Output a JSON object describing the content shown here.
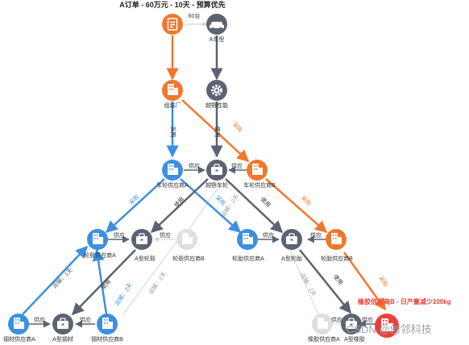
{
  "header": {
    "title": "A订单 - 60万元 - 10天 - 预算优先"
  },
  "colors": {
    "orange": "#f0782d",
    "blue": "#3d8fe0",
    "gray": "#5c6473",
    "light": "#d0d3d8",
    "red": "#e8413a"
  },
  "nodes": {
    "order": {
      "icon": "document-icon",
      "label": ""
    },
    "car": {
      "icon": "car-icon",
      "label": "A车型"
    },
    "factory": {
      "icon": "building-icon",
      "label": "组装厂"
    },
    "gear": {
      "icon": "gear-icon",
      "label": "越野性能"
    },
    "wheel_a": {
      "icon": "building-icon",
      "label": "车轮供应商A"
    },
    "offroad_wheel": {
      "icon": "briefcase-icon",
      "label": "越野车轮"
    },
    "wheel_b": {
      "icon": "building-icon",
      "label": "车轮供应商B"
    },
    "hub_a": {
      "icon": "building-icon",
      "label": "轮毂供应商A"
    },
    "hub_type": {
      "icon": "briefcase-icon",
      "label": "A型轮毂"
    },
    "hub_b": {
      "icon": "building-icon",
      "label": "轮毂供应商B"
    },
    "tire_a": {
      "icon": "building-icon",
      "label": "轮胎供应商A"
    },
    "tire_type": {
      "icon": "briefcase-icon",
      "label": "A型轮胎"
    },
    "tire_b": {
      "icon": "building-icon",
      "label": "轮胎供应商B"
    },
    "steel_a": {
      "icon": "building-icon",
      "label": "钢材供应商A"
    },
    "steel_type": {
      "icon": "briefcase-icon",
      "label": "A型钢材"
    },
    "steel_b": {
      "icon": "building-icon",
      "label": "钢材供应商B"
    },
    "rubber_a": {
      "icon": "building-icon",
      "label": "橡胶供应商A"
    },
    "rubber_type": {
      "icon": "briefcase-icon",
      "label": "A型橡胶"
    },
    "rubber_b": {
      "icon": "building-icon",
      "label": ""
    }
  },
  "edges": {
    "qty": "60台",
    "purchase": "采购",
    "use": "使用",
    "supply": "供应",
    "transport_1day": "运输：1天",
    "transport_2day": "运输：2天"
  },
  "alert": "橡胶供应商B - 日产量减少100kg",
  "watermark": "CSDN @创邻科技"
}
